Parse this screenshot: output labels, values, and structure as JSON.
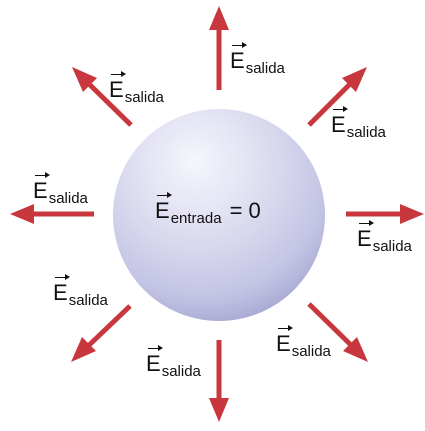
{
  "colors": {
    "arrow": "#c8373d",
    "sphere_highlight": "#f6f6fc",
    "sphere_mid": "#cfd0ea",
    "sphere_shadow": "#a3a5cf"
  },
  "field_symbol": "E",
  "outside_subscript": "salida",
  "inside_subscript": "entrada",
  "inside_relation": "= 0",
  "arrow_count": 8
}
